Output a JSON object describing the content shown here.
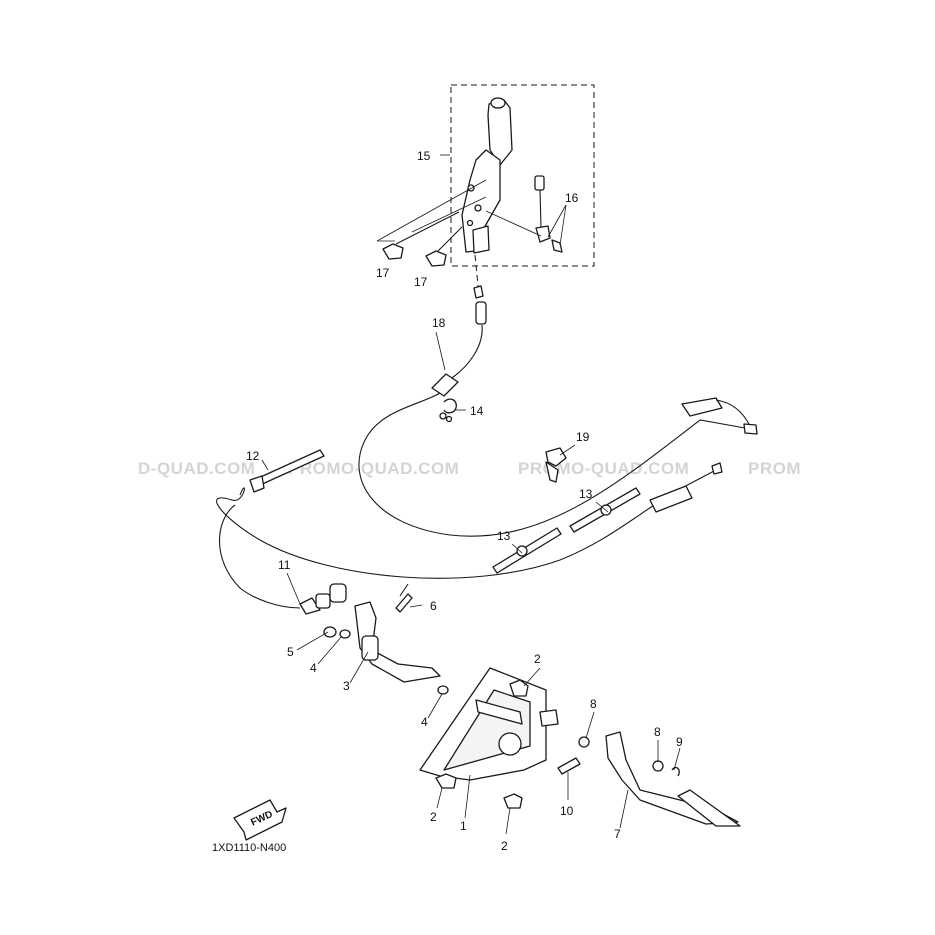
{
  "watermark": [
    "D-QUAD.COM",
    "PROMO-QUAD.COM",
    "PROMO-QUAD.COM",
    "PROM"
  ],
  "diagram_code": "1XD1110-N400",
  "fwd_label": "FWD",
  "callouts": {
    "c1": "1",
    "c2a": "2",
    "c2b": "2",
    "c2c": "2",
    "c3": "3",
    "c4a": "4",
    "c4b": "4",
    "c5": "5",
    "c6": "6",
    "c7": "7",
    "c8a": "8",
    "c8b": "8",
    "c9": "9",
    "c10": "10",
    "c11": "11",
    "c12": "12",
    "c13a": "13",
    "c13b": "13",
    "c14": "14",
    "c15": "15",
    "c16": "16",
    "c17a": "17",
    "c17b": "17",
    "c18": "18",
    "c19": "19"
  }
}
